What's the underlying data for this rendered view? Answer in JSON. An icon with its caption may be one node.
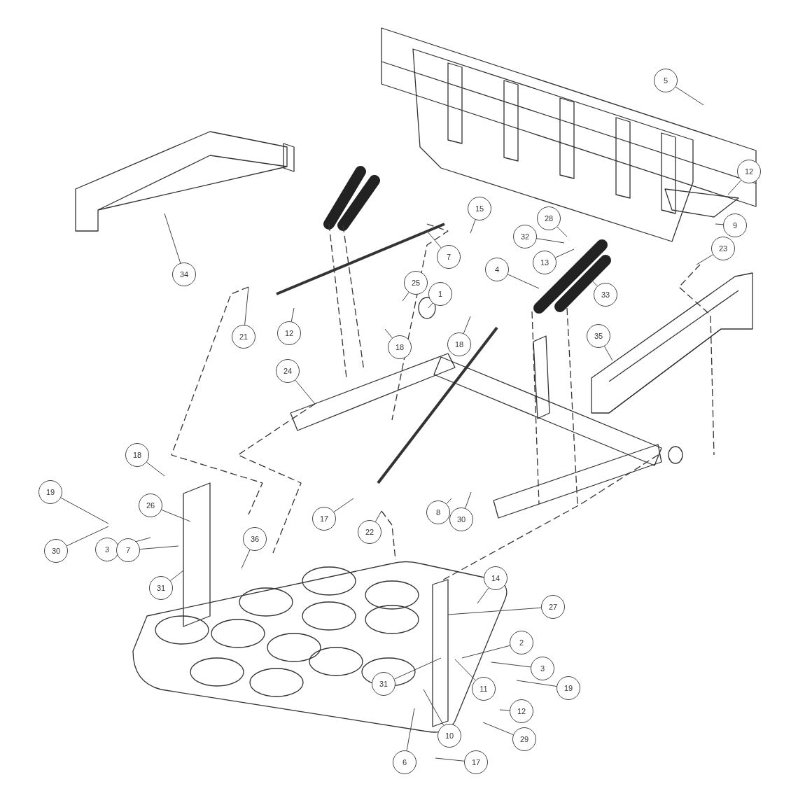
{
  "diagram": {
    "nodes": [
      {
        "text": [
          "5"
        ]
      },
      {
        "text": [
          "12"
        ]
      },
      {
        "text": [
          "15"
        ]
      },
      {
        "text": [
          "28"
        ]
      },
      {
        "text": [
          "9"
        ]
      },
      {
        "text": [
          "32"
        ]
      },
      {
        "text": [
          "23"
        ]
      },
      {
        "text": [
          "7"
        ]
      },
      {
        "text": [
          "13"
        ]
      },
      {
        "text": [
          "4"
        ]
      },
      {
        "text": [
          "34"
        ]
      },
      {
        "text": [
          "25"
        ]
      },
      {
        "text": [
          "1"
        ]
      },
      {
        "text": [
          "33"
        ]
      },
      {
        "text": [
          "35"
        ]
      },
      {
        "text": [
          "21"
        ]
      },
      {
        "text": [
          "12"
        ]
      },
      {
        "text": [
          "18"
        ]
      },
      {
        "text": [
          "18"
        ]
      },
      {
        "text": [
          "24"
        ]
      },
      {
        "text": [
          "18"
        ]
      },
      {
        "text": [
          "19"
        ]
      },
      {
        "text": [
          "26"
        ]
      },
      {
        "text": [
          "17"
        ]
      },
      {
        "text": [
          "8"
        ]
      },
      {
        "text": [
          "30"
        ]
      },
      {
        "text": [
          "22"
        ]
      },
      {
        "text": [
          "36"
        ]
      },
      {
        "text": [
          "3"
        ]
      },
      {
        "text": [
          "7"
        ]
      },
      {
        "text": [
          "30"
        ]
      },
      {
        "text": [
          "31"
        ]
      },
      {
        "text": [
          "14"
        ]
      },
      {
        "text": [
          "27"
        ]
      },
      {
        "text": [
          "2"
        ]
      },
      {
        "text": [
          "3"
        ]
      },
      {
        "text": [
          "31"
        ]
      },
      {
        "text": [
          "19"
        ]
      },
      {
        "text": [
          "11"
        ]
      },
      {
        "text": [
          "12"
        ]
      },
      {
        "text": [
          "10"
        ]
      },
      {
        "text": [
          "29"
        ]
      },
      {
        "text": [
          "6"
        ]
      },
      {
        "text": [
          "17"
        ]
      }
    ],
    "edges": [
      {
        "from": 0,
        "to": null,
        "arrow": "none"
      },
      {
        "from": 1,
        "to": null,
        "arrow": "none"
      },
      {
        "from": 2,
        "to": null,
        "arrow": "none"
      },
      {
        "from": 3,
        "to": null,
        "arrow": "none"
      },
      {
        "from": 4,
        "to": null,
        "arrow": "none"
      },
      {
        "from": 5,
        "to": null,
        "arrow": "none"
      },
      {
        "from": 6,
        "to": null,
        "arrow": "none"
      },
      {
        "from": 7,
        "to": null,
        "arrow": "none"
      },
      {
        "from": 8,
        "to": null,
        "arrow": "none"
      },
      {
        "from": 9,
        "to": null,
        "arrow": "none"
      },
      {
        "from": 10,
        "to": null,
        "arrow": "none"
      },
      {
        "from": 11,
        "to": null,
        "arrow": "none"
      },
      {
        "from": 12,
        "to": null,
        "arrow": "none"
      },
      {
        "from": 13,
        "to": null,
        "arrow": "none"
      },
      {
        "from": 14,
        "to": null,
        "arrow": "none"
      },
      {
        "from": 15,
        "to": null,
        "arrow": "none"
      },
      {
        "from": 16,
        "to": null,
        "arrow": "none"
      },
      {
        "from": 17,
        "to": null,
        "arrow": "none"
      },
      {
        "from": 18,
        "to": null,
        "arrow": "none"
      },
      {
        "from": 19,
        "to": null,
        "arrow": "none"
      },
      {
        "from": 20,
        "to": null,
        "arrow": "none"
      },
      {
        "from": 21,
        "to": null,
        "arrow": "none"
      },
      {
        "from": 22,
        "to": null,
        "arrow": "none"
      },
      {
        "from": 23,
        "to": null,
        "arrow": "none"
      },
      {
        "from": 24,
        "to": null,
        "arrow": "none"
      },
      {
        "from": 25,
        "to": null,
        "arrow": "none"
      },
      {
        "from": 26,
        "to": null,
        "arrow": "none"
      },
      {
        "from": 27,
        "to": null,
        "arrow": "none"
      },
      {
        "from": 28,
        "to": null,
        "arrow": "none"
      },
      {
        "from": 29,
        "to": null,
        "arrow": "none"
      },
      {
        "from": 30,
        "to": null,
        "arrow": "none"
      },
      {
        "from": 31,
        "to": null,
        "arrow": "none"
      },
      {
        "from": 32,
        "to": null,
        "arrow": "none"
      },
      {
        "from": 33,
        "to": null,
        "arrow": "none"
      },
      {
        "from": 34,
        "to": null,
        "arrow": "none"
      },
      {
        "from": 35,
        "to": null,
        "arrow": "none"
      },
      {
        "from": 36,
        "to": null,
        "arrow": "none"
      },
      {
        "from": 37,
        "to": null,
        "arrow": "none"
      },
      {
        "from": 38,
        "to": null,
        "arrow": "none"
      },
      {
        "from": 39,
        "to": null,
        "arrow": "none"
      },
      {
        "from": 40,
        "to": null,
        "arrow": "none"
      },
      {
        "from": 41,
        "to": null,
        "arrow": "none"
      },
      {
        "from": 42,
        "to": null,
        "arrow": "none"
      },
      {
        "from": 43,
        "to": null,
        "arrow": "none"
      }
    ]
  }
}
